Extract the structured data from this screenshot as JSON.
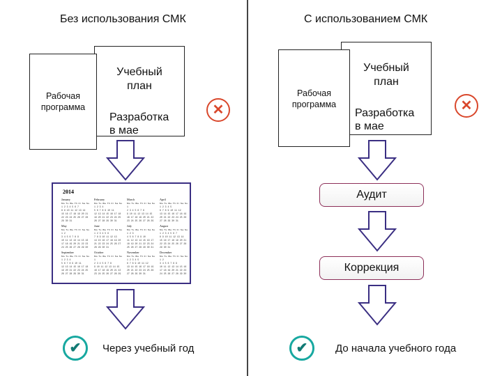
{
  "left": {
    "heading": "Без использования СМК",
    "work_program": [
      "Рабочая",
      "программа"
    ],
    "curriculum": [
      "Учебный",
      "план"
    ],
    "development": [
      "Разработка",
      "в мае"
    ],
    "status_icon": "cross-icon",
    "calendar": {
      "year": "2014",
      "months": [
        "January",
        "February",
        "March",
        "April",
        "May",
        "June",
        "July",
        "August",
        "September",
        "October",
        "November",
        "December"
      ],
      "weekdays": "Mo Tu We Th Fr Sa Su"
    },
    "result": "Через учебный год",
    "result_icon": "checkmark-icon"
  },
  "right": {
    "heading": "С использованием СМК",
    "work_program": [
      "Рабочая",
      "программа"
    ],
    "curriculum": [
      "Учебный",
      "план"
    ],
    "development": [
      "Разработка",
      "в мае"
    ],
    "status_icon": "cross-icon",
    "stages": [
      "Аудит",
      "Коррекция"
    ],
    "result": "До начала учебного года",
    "result_icon": "checkmark-icon"
  },
  "colors": {
    "arrow_outline": "#3a2e82",
    "cross": "#d9472b",
    "check": "#17a8a0",
    "stage_border": "#8c2e58",
    "divider": "#444444"
  }
}
